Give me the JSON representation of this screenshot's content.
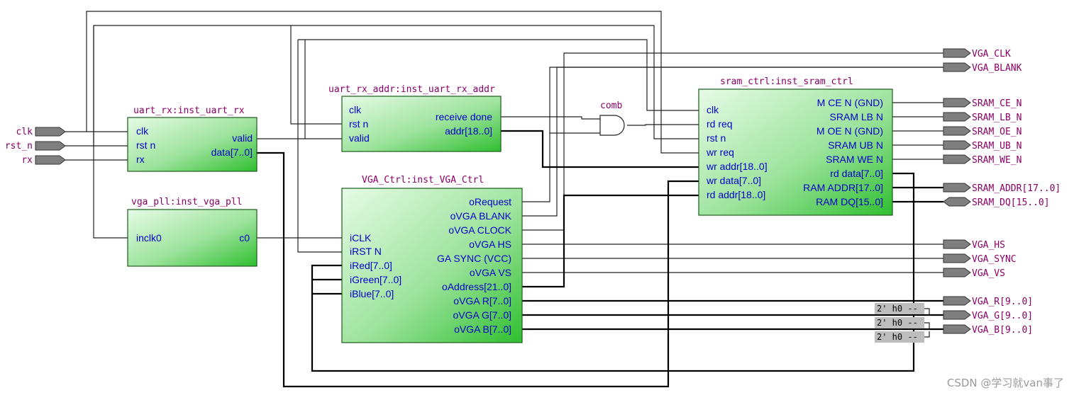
{
  "blocks": {
    "uart_rx": {
      "title": "uart_rx:inst_uart_rx",
      "ports": [
        "clk",
        "rst n",
        "rx",
        "valid",
        "data[7..0]"
      ]
    },
    "vga_pll": {
      "title": "vga_pll:inst_vga_pll",
      "ports": [
        "inclk0",
        "c0"
      ]
    },
    "uart_rx_addr": {
      "title": "uart_rx_addr:inst_uart_rx_addr",
      "ports": [
        "clk",
        "rst n",
        "valid",
        "receive done",
        "addr[18..0]"
      ]
    },
    "vga_ctrl": {
      "title": "VGA_Ctrl:inst_VGA_Ctrl",
      "ports": [
        "iCLK",
        "iRST N",
        "iRed[7..0]",
        "iGreen[7..0]",
        "iBlue[7..0]",
        "oRequest",
        "oVGA BLANK",
        "oVGA CLOCK",
        "oVGA HS",
        "GA SYNC (VCC)",
        "oVGA VS",
        "oAddress[21..0]",
        "oVGA R[7..0]",
        "oVGA G[7..0]",
        "oVGA B[7..0]"
      ]
    },
    "sram_ctrl": {
      "title": "sram_ctrl:inst_sram_ctrl",
      "ports": [
        "clk",
        "rd req",
        "rst n",
        "wr req",
        "wr addr[18..0]",
        "wr data[7..0]",
        "rd addr[18..0]",
        "M CE N (GND)",
        "SRAM LB N",
        "M OE N (GND)",
        "SRAM UB N",
        "SRAM WE N",
        "rd data[7..0]",
        "RAM ADDR[17..0]",
        "RAM DQ[15..0]"
      ]
    }
  },
  "comb_label": "comb",
  "inputs": [
    "clk",
    "rst_n",
    "rx"
  ],
  "outputs": [
    "VGA_CLK",
    "VGA_BLANK",
    "SRAM_CE_N",
    "SRAM_LB_N",
    "SRAM_OE_N",
    "SRAM_UB_N",
    "SRAM_WE_N",
    "SRAM_ADDR[17..0]",
    "SRAM_DQ[15..0]",
    "VGA_HS",
    "VGA_SYNC",
    "VGA_VS",
    "VGA_R[9..0]",
    "VGA_G[9..0]",
    "VGA_B[9..0]"
  ],
  "constants": [
    "2' h0 --",
    "2' h0 --",
    "2' h0 --"
  ],
  "watermark": "CSDN @学习就van事了",
  "colors": {
    "block_fill_light": "#d8f5d8",
    "block_fill_dark": "#3cc63c",
    "title": "#8b0066",
    "port": "#0000cc"
  }
}
